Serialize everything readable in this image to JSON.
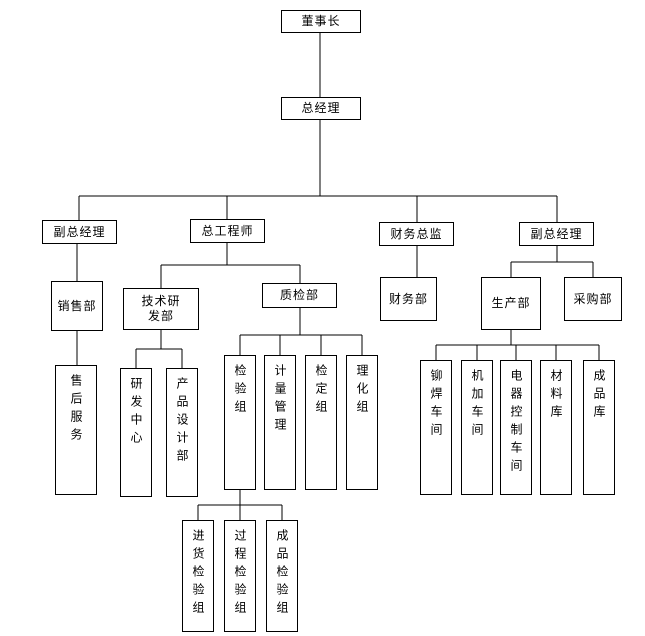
{
  "diagram": {
    "background": "#ffffff",
    "line_color": "#000000",
    "node_border_color": "#000000",
    "nodes": {
      "chairman": "董事长",
      "general_manager": "总经理",
      "deputy_gm_left": "副总经理",
      "chief_engineer": "总工程师",
      "finance_director": "财务总监",
      "deputy_gm_right": "副总经理",
      "sales_dept": "销售部",
      "tech_rd_dept": "技术研\n发部",
      "qc_dept": "质检部",
      "finance_dept": "财务部",
      "production_dept": "生产部",
      "purchasing_dept": "采购部",
      "after_sales_service": "售后服务",
      "rd_center": "研发中心",
      "product_design_dept": "产品设计部",
      "inspection_group": "检验组",
      "metrology_mgmt": "计量管理",
      "verification_group": "检定组",
      "physchem_group": "理化组",
      "riveting_welding_workshop": "铆焊车间",
      "machining_workshop": "机加车间",
      "electrical_control_workshop": "电器控制车间",
      "material_warehouse": "材料库",
      "finished_goods_warehouse": "成品库",
      "incoming_inspection_group": "进货检验组",
      "process_inspection_group": "过程检验组",
      "finished_inspection_group": "成品检验组"
    }
  }
}
